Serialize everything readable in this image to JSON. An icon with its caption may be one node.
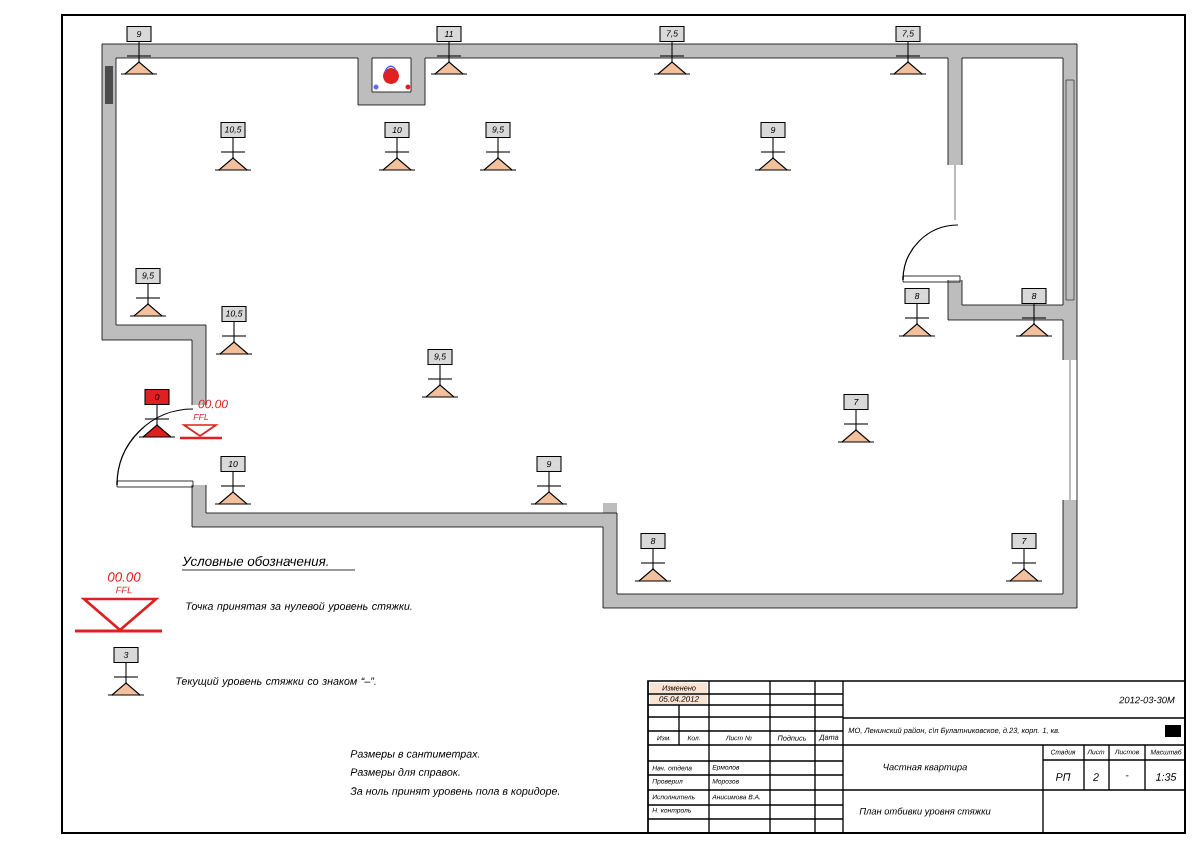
{
  "diagram": {
    "nodes": [
      {
        "text": [
          "9"
        ]
      },
      {
        "text": [
          "11"
        ]
      },
      {
        "text": [
          "7,5"
        ]
      },
      {
        "text": [
          "7,5"
        ]
      },
      {
        "text": [
          "10,5"
        ]
      },
      {
        "text": [
          "10"
        ]
      },
      {
        "text": [
          "9,5"
        ]
      },
      {
        "text": [
          "9"
        ]
      },
      {
        "text": [
          "9,5"
        ]
      },
      {
        "text": [
          "8"
        ]
      },
      {
        "text": [
          "8"
        ]
      },
      {
        "text": [
          "10,5"
        ]
      },
      {
        "text": [
          "9,5"
        ]
      },
      {
        "text": [
          "0"
        ]
      },
      {
        "text": [
          "7"
        ]
      },
      {
        "text": [
          "10"
        ]
      },
      {
        "text": [
          "9"
        ]
      },
      {
        "text": [
          "8"
        ]
      },
      {
        "text": [
          "7"
        ]
      },
      {
        "text": [
          "3"
        ]
      }
    ],
    "labels": [
      "00.00",
      "FFL",
      "Условные обозначения.",
      "00.00",
      "FFL",
      "Изменено",
      "05.04.2012",
      "2012-03-30М",
      "МО, Ленинский район, с\\п Булатниковское, д.23, корп. 1, кв.",
      "Изм.",
      "Кол.",
      "Лист №",
      "Подпись",
      "Дата",
      "Размеры в сантиметрах.",
      "Стадия",
      "Лист",
      "Листов",
      "Масштаб",
      "Размеры для справок.",
      "Нач. отдела",
      "Ермолов",
      "Частная квартира",
      "РП",
      "2",
      "-",
      "1:35",
      "Проверил",
      "Морозов",
      "За ноль принят уровень пола в коридоре.",
      "Исполнитель",
      "Анисимова В.А.",
      "Н. контроль",
      "План отбивки уровня стяжки"
    ],
    "legend": [
      {
        "text": "Точка принятая за нулевой уровень стяжки."
      },
      {
        "text": "Текущий уровень стяжки со знаком “–”."
      }
    ]
  }
}
